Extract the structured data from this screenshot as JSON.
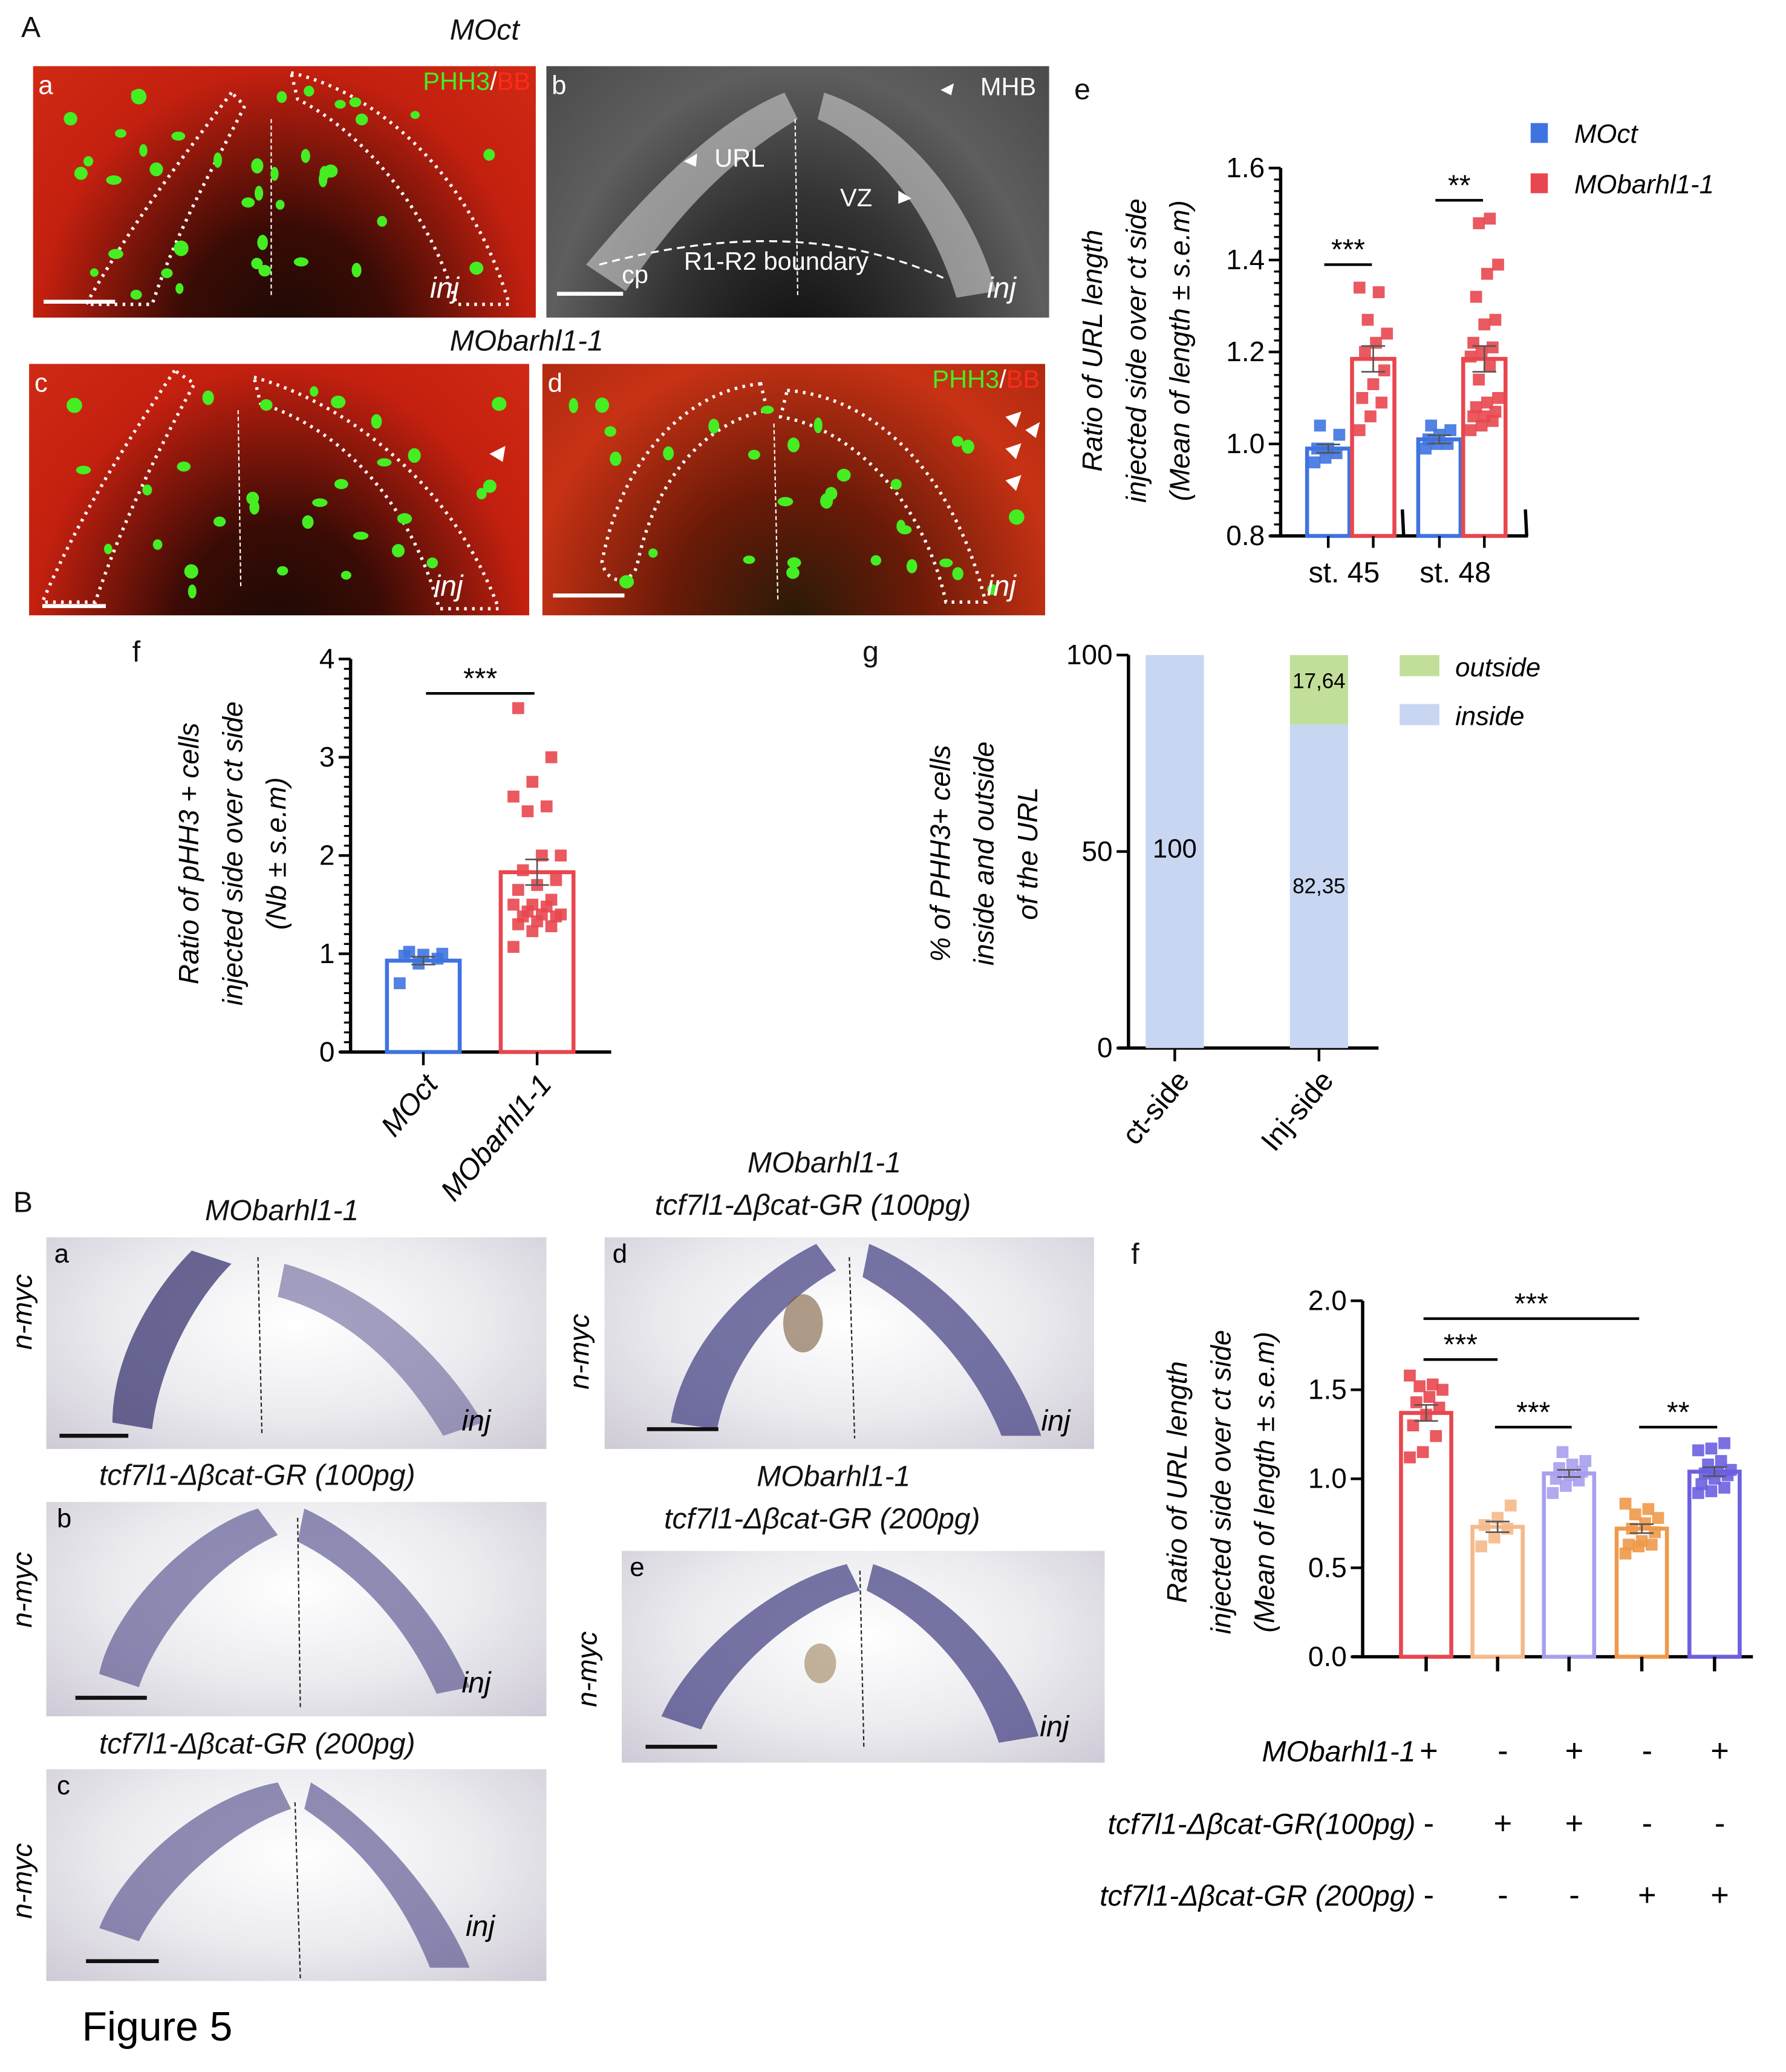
{
  "figure_title": "Figure 5",
  "section_A": {
    "letter": "A",
    "row1_title": "MOct",
    "row2_title": "MObarhl1-1",
    "panel_a": {
      "letter": "a",
      "stain_green": "PHH3",
      "stain_sep": "/",
      "stain_red": "BB",
      "side": "inj"
    },
    "panel_b": {
      "letter": "b",
      "labels": [
        "MHB",
        "URL",
        "VZ",
        "cp",
        "R1-R2 boundary"
      ],
      "side": "inj"
    },
    "panel_c": {
      "letter": "c",
      "side": "inj"
    },
    "panel_d": {
      "letter": "d",
      "stain_green": "PHH3",
      "stain_sep": "/",
      "stain_red": "BB",
      "side": "inj"
    },
    "panel_e_letter": "e",
    "panel_f_letter": "f",
    "panel_g_letter": "g"
  },
  "section_B": {
    "letter": "B",
    "panel_a": {
      "letter": "a",
      "title": "MObarhl1-1",
      "gene": "n-myc",
      "side": "inj"
    },
    "panel_b": {
      "letter": "b",
      "title": "tcf7l1-Δβcat-GR (100pg)",
      "gene": "n-myc",
      "side": "inj"
    },
    "panel_c": {
      "letter": "c",
      "title": "tcf7l1-Δβcat-GR (200pg)",
      "gene": "n-myc",
      "side": "inj"
    },
    "panel_d": {
      "letter": "d",
      "title1": "MObarhl1-1",
      "title2": "tcf7l1-Δβcat-GR (100pg)",
      "gene": "n-myc",
      "side": "inj"
    },
    "panel_e": {
      "letter": "e",
      "title1": "MObarhl1-1",
      "title2": "tcf7l1-Δβcat-GR (200pg)",
      "gene": "n-myc",
      "side": "inj"
    },
    "panel_f_letter": "f"
  },
  "colors": {
    "blue": "#3f74e0",
    "red": "#e8474f",
    "light_orange": "#f5b98a",
    "light_purple": "#a7a0ee",
    "orange": "#f0994a",
    "purple": "#6c5fe0",
    "inside": "#c8d6f2",
    "outside": "#c2df9a",
    "phh3_green": "#44ee22",
    "bb_red": "#ff2a1a"
  },
  "chart_data": [
    {
      "id": "A-e",
      "type": "bar",
      "title": "",
      "ylabel_lines": [
        "Ratio of URL length",
        "injected side over ct side",
        "(Mean of length ± s.e.m)"
      ],
      "ylim": [
        0.8,
        1.6
      ],
      "yticks": [
        "0.8",
        "1.0",
        "1.2",
        "1.4",
        "1.6"
      ],
      "ytick_values": [
        0.8,
        1.0,
        1.2,
        1.4,
        1.6
      ],
      "categories": [
        "st. 45",
        "st. 48"
      ],
      "legend": {
        "placement": "top-right",
        "entries": [
          "MOct",
          "MObarhl1-1"
        ]
      },
      "series": [
        {
          "name": "MOct",
          "color": "#3f74e0",
          "means": [
            0.99,
            1.01
          ],
          "sem": [
            0.009,
            0.009
          ],
          "points": [
            [
              0.96,
              0.97,
              0.98,
              0.99,
              0.99,
              1.02,
              1.04
            ],
            [
              0.99,
              1.0,
              1.0,
              1.01,
              1.02,
              1.03,
              1.04
            ]
          ]
        },
        {
          "name": "MObarhl1-1",
          "color": "#e8474f",
          "means": [
            1.185,
            1.185
          ],
          "sem": [
            0.028,
            0.028
          ],
          "points": [
            [
              1.03,
              1.06,
              1.09,
              1.1,
              1.13,
              1.16,
              1.2,
              1.22,
              1.24,
              1.27,
              1.33,
              1.34
            ],
            [
              1.03,
              1.04,
              1.05,
              1.06,
              1.06,
              1.07,
              1.08,
              1.09,
              1.1,
              1.14,
              1.17,
              1.19,
              1.2,
              1.21,
              1.22,
              1.26,
              1.27,
              1.32,
              1.37,
              1.39,
              1.48,
              1.49
            ]
          ]
        }
      ],
      "significance": [
        {
          "group": "st. 45",
          "label": "***",
          "y": 1.39
        },
        {
          "group": "st. 48",
          "label": "**",
          "y": 1.53
        }
      ]
    },
    {
      "id": "A-f",
      "type": "bar",
      "ylabel_lines": [
        "Ratio of pHH3 + cells",
        "injected side over ct side",
        "(Nb ± s.e.m)"
      ],
      "ylim": [
        0,
        4
      ],
      "yticks": [
        "0",
        "1",
        "2",
        "3",
        "4"
      ],
      "ytick_values": [
        0,
        1,
        2,
        3,
        4
      ],
      "categories": [
        "MOct",
        "MObarhl1-1"
      ],
      "series": [
        {
          "name": "MOct",
          "color": "#3f74e0",
          "mean": 0.93,
          "sem": 0.04,
          "points": [
            0.7,
            0.9,
            0.95,
            0.98,
            0.99,
            1.0,
            1.02
          ]
        },
        {
          "name": "MObarhl1-1",
          "color": "#e8474f",
          "mean": 1.83,
          "sem": 0.13,
          "points": [
            1.07,
            1.23,
            1.28,
            1.3,
            1.33,
            1.38,
            1.38,
            1.4,
            1.4,
            1.43,
            1.48,
            1.5,
            1.5,
            1.55,
            1.65,
            1.7,
            1.75,
            1.85,
            2.0,
            2.0,
            2.45,
            2.5,
            2.6,
            2.75,
            3.0,
            3.5
          ]
        }
      ],
      "significance": [
        {
          "from": "MOct",
          "to": "MObarhl1-1",
          "label": "***",
          "y": 3.65
        }
      ]
    },
    {
      "id": "A-g",
      "type": "bar",
      "stacked": true,
      "ylabel_lines": [
        "% of PHH3+ cells",
        "inside and outside",
        "of the URL"
      ],
      "ylim": [
        0,
        100
      ],
      "yticks": [
        "0",
        "50",
        "100"
      ],
      "ytick_values": [
        0,
        50,
        100
      ],
      "categories": [
        "ct-side",
        "Inj-side"
      ],
      "legend": {
        "placement": "top-right",
        "entries": [
          "outside",
          "inside"
        ]
      },
      "series": [
        {
          "name": "inside",
          "color": "#c8d6f2",
          "values": [
            100,
            82.35
          ],
          "labels": [
            "100",
            "82,35"
          ]
        },
        {
          "name": "outside",
          "color": "#c2df9a",
          "values": [
            0,
            17.64
          ],
          "labels": [
            "",
            "17,64"
          ]
        }
      ]
    },
    {
      "id": "B-f",
      "type": "bar",
      "ylabel_lines": [
        "Ratio of URL length",
        "injected side over ct side",
        "(Mean of length ± s.e.m)"
      ],
      "ylim": [
        0,
        2.0
      ],
      "yticks": [
        "0.0",
        "0.5",
        "1.0",
        "1.5",
        "2.0"
      ],
      "ytick_values": [
        0,
        0.5,
        1.0,
        1.5,
        2.0
      ],
      "groups": [
        {
          "color": "#e8474f",
          "mean": 1.37,
          "sem": 0.045,
          "points": [
            1.12,
            1.15,
            1.24,
            1.3,
            1.36,
            1.4,
            1.43,
            1.46,
            1.5,
            1.52,
            1.53,
            1.58
          ]
        },
        {
          "color": "#f5b98a",
          "mean": 0.73,
          "sem": 0.03,
          "points": [
            0.62,
            0.67,
            0.72,
            0.74,
            0.78,
            0.85
          ]
        },
        {
          "color": "#a7a0ee",
          "mean": 1.03,
          "sem": 0.02,
          "points": [
            0.92,
            0.96,
            0.99,
            1.0,
            1.02,
            1.04,
            1.06,
            1.08,
            1.1,
            1.15
          ]
        },
        {
          "color": "#f0994a",
          "mean": 0.72,
          "sem": 0.025,
          "points": [
            0.58,
            0.62,
            0.63,
            0.63,
            0.65,
            0.7,
            0.72,
            0.75,
            0.78,
            0.8,
            0.83,
            0.86
          ]
        },
        {
          "color": "#6c5fe0",
          "mean": 1.04,
          "sem": 0.025,
          "points": [
            0.92,
            0.93,
            0.95,
            0.97,
            1.0,
            1.02,
            1.03,
            1.04,
            1.05,
            1.08,
            1.1,
            1.16,
            1.17,
            1.2
          ]
        }
      ],
      "significance": [
        {
          "from": 0,
          "to": 3,
          "label": "***",
          "y": 1.9
        },
        {
          "from": 0,
          "to": 1,
          "label": "***",
          "y": 1.67
        },
        {
          "from": 1,
          "to": 2,
          "label": "***",
          "y": 1.29
        },
        {
          "from": 3,
          "to": 4,
          "label": "**",
          "y": 1.29
        }
      ],
      "condition_table": [
        {
          "label": "MObarhl1-1",
          "values": [
            "+",
            "-",
            "+",
            "-",
            "+"
          ]
        },
        {
          "label": "tcf7l1-Δβcat-GR(100pg)",
          "values": [
            "-",
            "+",
            "+",
            "-",
            "-"
          ]
        },
        {
          "label": "tcf7l1-Δβcat-GR (200pg)",
          "values": [
            "-",
            "-",
            "-",
            "+",
            "+"
          ]
        }
      ]
    }
  ]
}
